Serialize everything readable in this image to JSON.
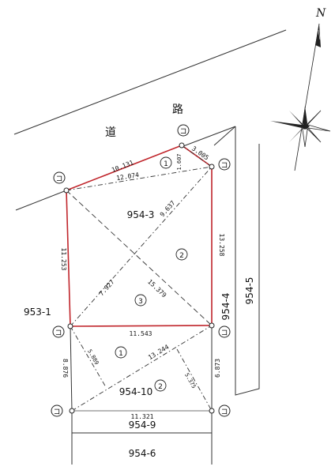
{
  "compass": {
    "north": "N"
  },
  "road": {
    "char1": "道",
    "char2": "路"
  },
  "marker_glyph": "コ",
  "parcels": {
    "p954_3": "954-3",
    "p954_4": "954-4",
    "p954_5": "954-5",
    "p953_1": "953-1",
    "p954_10": "954-10",
    "p954_9": "954-9",
    "p954_6": "954-6"
  },
  "triangles": {
    "t1_top": "1",
    "t2_right": "2",
    "t3_center": "3",
    "t1_lower": "1",
    "t2_lower": "2"
  },
  "distances": {
    "d10_131": "10.131",
    "d3_005": "3.005",
    "d1_607": "1.607",
    "d12_074": "12.074",
    "d9_637": "9.637",
    "d13_258": "13.258",
    "d11_253": "11.253",
    "d7_927": "7.927",
    "d15_379": "15.379",
    "d11_543": "11.543",
    "d5_889": "5.889",
    "d13_244": "13.244",
    "d5_375": "5.375",
    "d8_876": "8.876",
    "d6_873": "6.873",
    "d11_321": "11.321"
  }
}
